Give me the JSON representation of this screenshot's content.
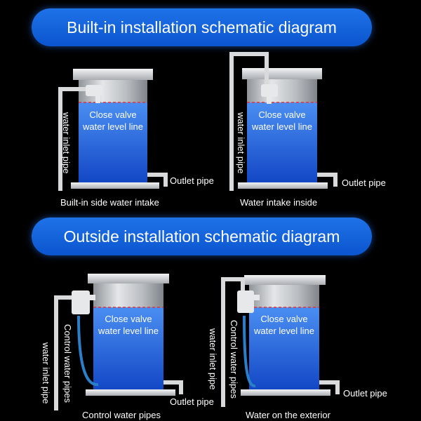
{
  "banners": {
    "builtin": "Built-in installation schematic diagram",
    "outside": "Outside installation schematic diagram"
  },
  "panels": [
    {
      "inlet_label": "water inlet pipe",
      "valve_text_1": "Close valve",
      "valve_text_2": "water level line",
      "outlet_label": "Outlet pipe",
      "caption": "Built-in side water intake"
    },
    {
      "inlet_label": "water inlet pipe",
      "valve_text_1": "Close valve",
      "valve_text_2": "water level line",
      "outlet_label": "Outlet pipe",
      "caption": "Water intake inside"
    },
    {
      "inlet_label": "water inlet pipe",
      "control_label": "Control water pipes",
      "valve_text_1": "Close valve",
      "valve_text_2": "water level line",
      "outlet_label": "Outlet pipe",
      "caption": "Control water pipes"
    },
    {
      "inlet_label": "water inlet pipe",
      "control_label": "Control water pipes",
      "valve_text_1": "Close valve",
      "valve_text_2": "water level line",
      "outlet_label": "Outlet pipe",
      "caption": "Water on the exterior"
    }
  ],
  "colors": {
    "water_top": "#3a83ee",
    "water_bottom": "#1248c6",
    "level_line": "#e2333a",
    "steel": "#c9ccd0",
    "banner": "#1565dc"
  }
}
